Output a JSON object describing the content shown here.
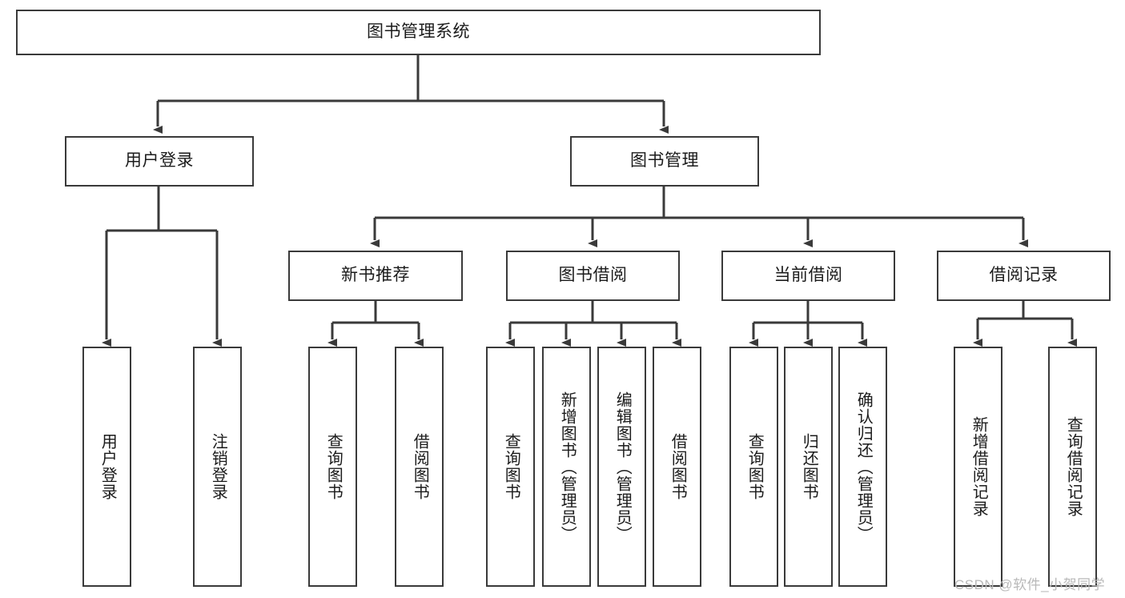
{
  "diagram": {
    "type": "hierarchy-tree",
    "title": "图书管理系统",
    "root": {
      "id": "root",
      "label": "图书管理系统",
      "orientation": "horizontal"
    },
    "level2": [
      {
        "id": "user-login",
        "label": "用户登录",
        "orientation": "horizontal"
      },
      {
        "id": "book-management",
        "label": "图书管理",
        "orientation": "horizontal"
      }
    ],
    "level3": [
      {
        "id": "new-book-recommend",
        "label": "新书推荐",
        "orientation": "horizontal",
        "parent": "book-management"
      },
      {
        "id": "book-borrow",
        "label": "图书借阅",
        "orientation": "horizontal",
        "parent": "book-management"
      },
      {
        "id": "current-borrow",
        "label": "当前借阅",
        "orientation": "horizontal",
        "parent": "book-management"
      },
      {
        "id": "borrow-record",
        "label": "借阅记录",
        "orientation": "horizontal",
        "parent": "book-management"
      }
    ],
    "leaves": [
      {
        "id": "leaf-user-login",
        "label": "用户登录",
        "parent": "user-login"
      },
      {
        "id": "leaf-user-logout",
        "label": "注销登录",
        "parent": "user-login"
      },
      {
        "id": "leaf-query-book-1",
        "label": "查询图书",
        "parent": "new-book-recommend"
      },
      {
        "id": "leaf-borrow-book-1",
        "label": "借阅图书",
        "parent": "new-book-recommend"
      },
      {
        "id": "leaf-query-book-2",
        "label": "查询图书",
        "parent": "book-borrow"
      },
      {
        "id": "leaf-add-book",
        "label": "新增图书（管理员）",
        "parent": "book-borrow"
      },
      {
        "id": "leaf-edit-book",
        "label": "编辑图书（管理员）",
        "parent": "book-borrow"
      },
      {
        "id": "leaf-borrow-book-2",
        "label": "借阅图书",
        "parent": "book-borrow"
      },
      {
        "id": "leaf-query-book-3",
        "label": "查询图书",
        "parent": "current-borrow"
      },
      {
        "id": "leaf-return-book",
        "label": "归还图书",
        "parent": "current-borrow"
      },
      {
        "id": "leaf-confirm-return",
        "label": "确认归还（管理员）",
        "parent": "current-borrow"
      },
      {
        "id": "leaf-add-record",
        "label": "新增借阅记录",
        "parent": "borrow-record"
      },
      {
        "id": "leaf-query-record",
        "label": "查询借阅记录",
        "parent": "borrow-record"
      }
    ]
  },
  "watermark": {
    "text": "CSDN @软件_小贺同学"
  },
  "colors": {
    "stroke": "#3a3a3a",
    "background": "#ffffff",
    "text": "#1b1b1b",
    "watermark": "#b9b9b9"
  }
}
